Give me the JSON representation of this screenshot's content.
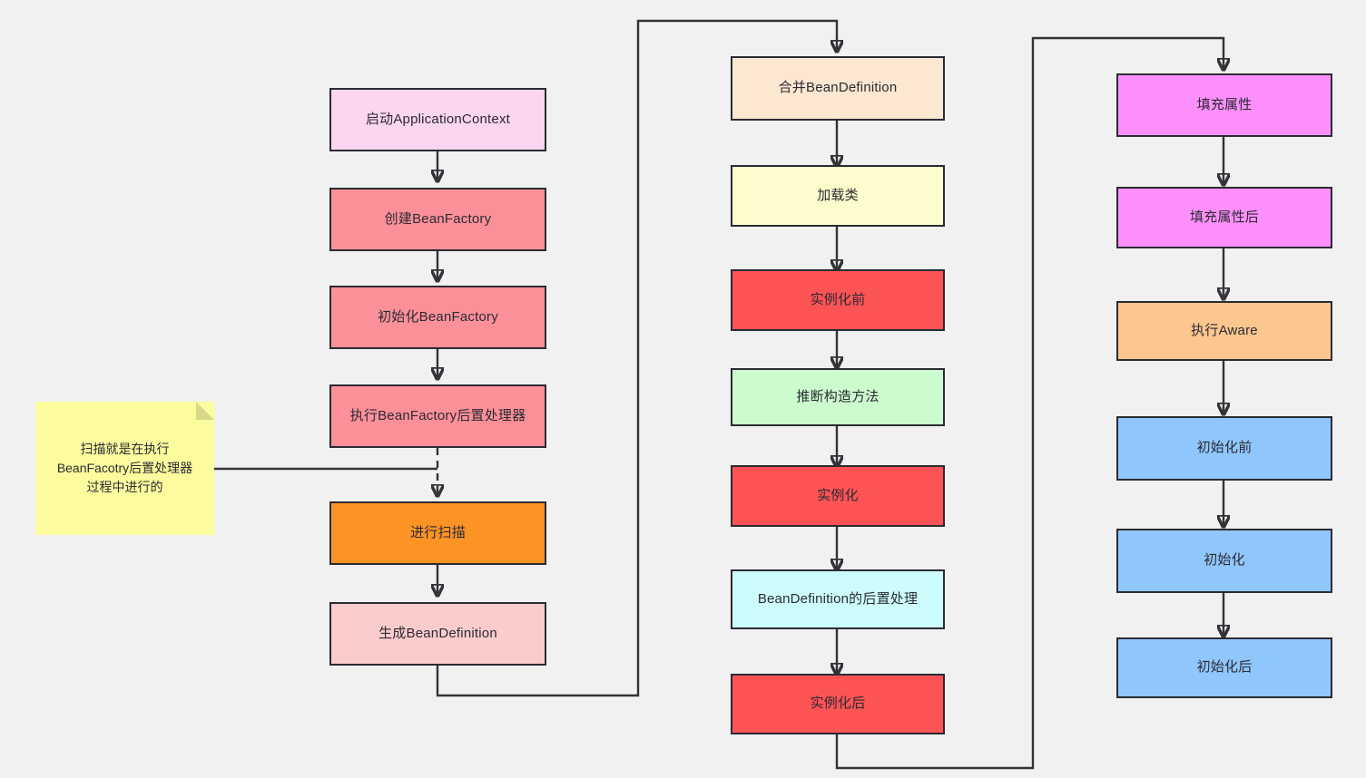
{
  "diagram": {
    "title": "Spring Bean lifecycle flowchart",
    "background_color": "#f1f1f1",
    "border_color": "#2b2b33",
    "line_color": "#333338"
  },
  "columns": {
    "left": {
      "name": "container-startup-column",
      "nodes": [
        {
          "id": "n1",
          "label": "启动ApplicationContext",
          "color": "#fcd5f0"
        },
        {
          "id": "n2",
          "label": "创建BeanFactory",
          "color": "#fc9099"
        },
        {
          "id": "n3",
          "label": "初始化BeanFactory",
          "color": "#fc9099"
        },
        {
          "id": "n4",
          "label": "执行BeanFactory后置处理器",
          "color": "#fc9099"
        },
        {
          "id": "n5",
          "label": "进行扫描",
          "color": "#fc9325"
        },
        {
          "id": "n6",
          "label": "生成BeanDefinition",
          "color": "#fccccc"
        }
      ]
    },
    "middle": {
      "name": "bean-creation-column",
      "nodes": [
        {
          "id": "n7",
          "label": "合并BeanDefinition",
          "color": "#fce7d0"
        },
        {
          "id": "n8",
          "label": "加载类",
          "color": "#fcfccc"
        },
        {
          "id": "n9",
          "label": "实例化前",
          "color": "#fc5355"
        },
        {
          "id": "n10",
          "label": "推断构造方法",
          "color": "#ccfcce"
        },
        {
          "id": "n11",
          "label": "实例化",
          "color": "#fc5355"
        },
        {
          "id": "n12",
          "label": "BeanDefinition的后置处理",
          "color": "#ccfcfc"
        },
        {
          "id": "n13",
          "label": "实例化后",
          "color": "#fc5355"
        }
      ]
    },
    "right": {
      "name": "bean-initialization-column",
      "nodes": [
        {
          "id": "n14",
          "label": "填充属性",
          "color": "#fc8ffc"
        },
        {
          "id": "n15",
          "label": "填充属性后",
          "color": "#fc8ffc"
        },
        {
          "id": "n16",
          "label": "执行Aware",
          "color": "#fcc68f"
        },
        {
          "id": "n17",
          "label": "初始化前",
          "color": "#8fc6fc"
        },
        {
          "id": "n18",
          "label": "初始化",
          "color": "#8fc6fc"
        },
        {
          "id": "n19",
          "label": "初始化后",
          "color": "#8fc6fc"
        }
      ]
    }
  },
  "note": {
    "name": "scan-explanation-note",
    "text": "扫描就是在执行\nBeanFacotry后置处理器\n过程中进行的",
    "color": "#fcfc9e"
  }
}
